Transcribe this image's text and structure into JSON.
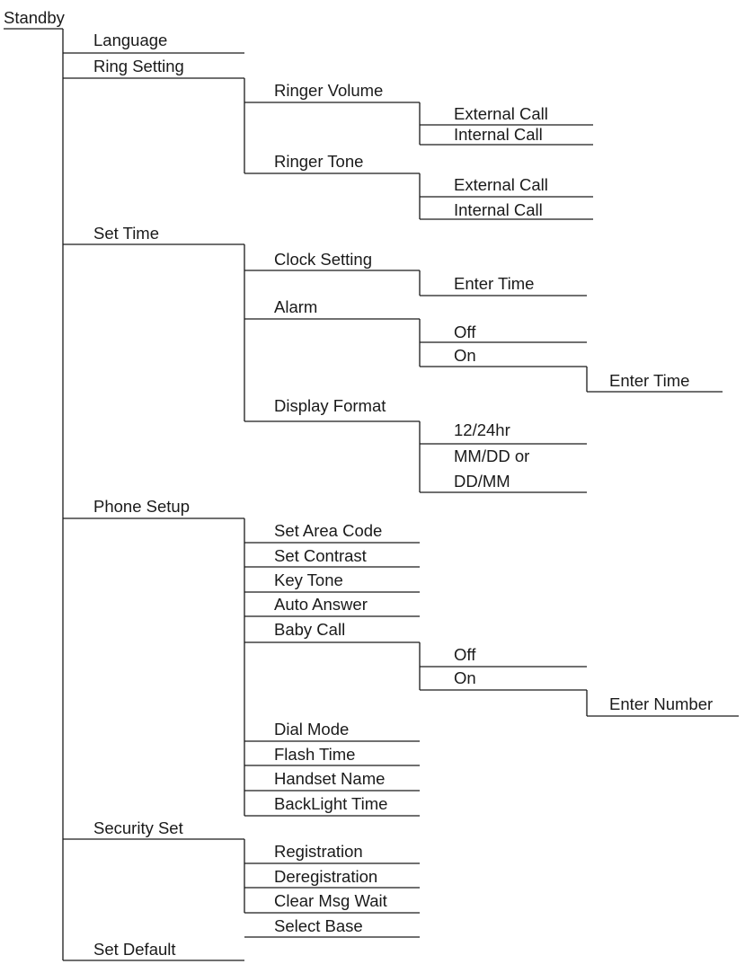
{
  "root": "Standby",
  "level1": [
    "Language",
    "Ring Setting",
    "Set Time",
    "Phone Setup",
    "Security Set",
    "Set Default"
  ],
  "ring_setting": {
    "items": [
      "Ringer Volume",
      "Ringer Tone"
    ],
    "ringer_volume": [
      "External Call",
      "Internal Call"
    ],
    "ringer_tone": [
      "External Call",
      "Internal Call"
    ]
  },
  "set_time": {
    "items": [
      "Clock Setting",
      "Alarm",
      "Display Format"
    ],
    "clock_setting": [
      "Enter Time"
    ],
    "alarm": [
      "Off",
      "On"
    ],
    "alarm_on": [
      "Enter Time"
    ],
    "display_format": [
      "12/24hr",
      "MM/DD or",
      "DD/MM"
    ]
  },
  "phone_setup": {
    "items": [
      "Set Area Code",
      "Set Contrast",
      "Key Tone",
      "Auto Answer",
      "Baby Call",
      "Dial Mode",
      "Flash Time",
      "Handset Name",
      "BackLight Time"
    ],
    "baby_call": [
      "Off",
      "On"
    ],
    "baby_call_on": [
      "Enter Number"
    ]
  },
  "security_set": {
    "items": [
      "Registration",
      "Deregistration",
      "Clear Msg Wait",
      "Select Base"
    ]
  }
}
